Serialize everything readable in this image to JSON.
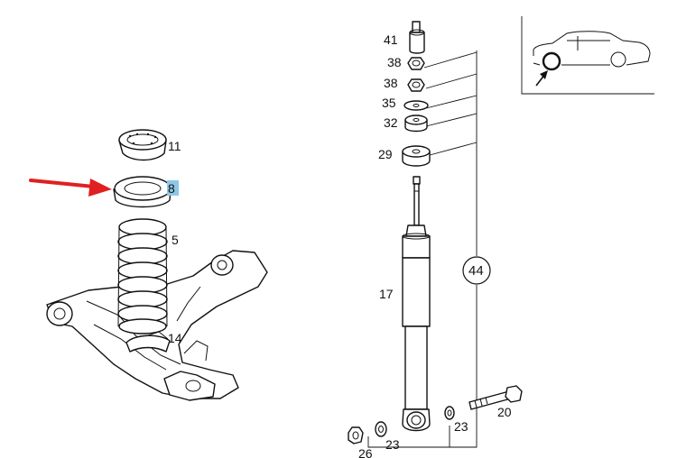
{
  "callouts": {
    "c41": "41",
    "c38a": "38",
    "c38b": "38",
    "c35": "35",
    "c32": "32",
    "c29": "29",
    "c44": "44",
    "c17": "17",
    "c20": "20",
    "c23a": "23",
    "c23b": "23",
    "c26": "26",
    "c11": "11",
    "c8": "8",
    "c5": "5",
    "c14": "14"
  },
  "highlight": {
    "part": "8",
    "arrow_color": "#e02020",
    "label_bg": "#8fc7e6"
  },
  "inset": {
    "icon": "car-side-icon",
    "marker": "rear-wheel-marker"
  }
}
